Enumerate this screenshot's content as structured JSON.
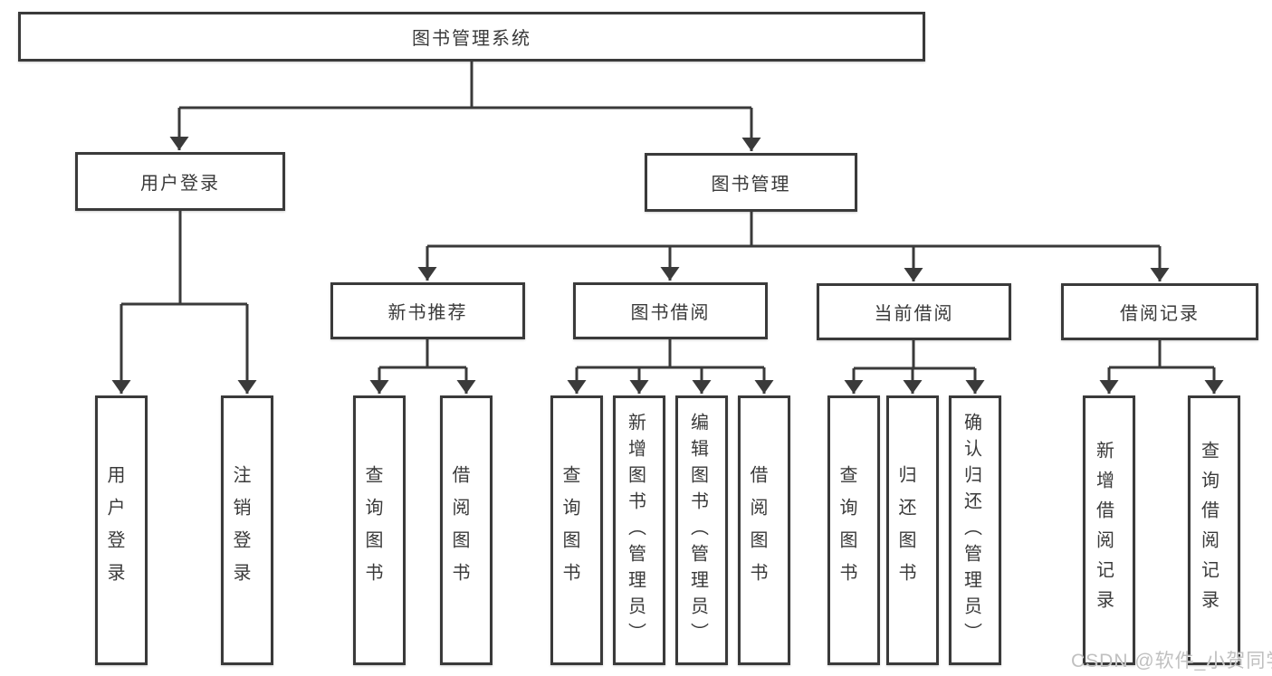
{
  "tree": {
    "root": {
      "label": "图书管理系统",
      "children": [
        {
          "label": "用户登录",
          "children": [
            {
              "label": "用户登录"
            },
            {
              "label": "注销登录"
            }
          ]
        },
        {
          "label": "图书管理",
          "children": [
            {
              "label": "新书推荐",
              "children": [
                {
                  "label": "查询图书"
                },
                {
                  "label": "借阅图书"
                }
              ]
            },
            {
              "label": "图书借阅",
              "children": [
                {
                  "label": "查询图书"
                },
                {
                  "label": "新增图书（管理员）"
                },
                {
                  "label": "编辑图书（管理员）"
                },
                {
                  "label": "借阅图书"
                }
              ]
            },
            {
              "label": "当前借阅",
              "children": [
                {
                  "label": "查询图书"
                },
                {
                  "label": "归还图书"
                },
                {
                  "label": "确认归还（管理员）"
                }
              ]
            },
            {
              "label": "借阅记录",
              "children": [
                {
                  "label": "新增借阅记录"
                },
                {
                  "label": "查询借阅记录"
                }
              ]
            }
          ]
        }
      ]
    }
  },
  "watermark": {
    "text": "CSDN @软件_小贺同学"
  },
  "colors": {
    "line": "#3a3a3a",
    "box_fill": "#ffffff",
    "text": "#3a3a3a",
    "watermark": "#b9b9b9",
    "background": "#ffffff"
  }
}
